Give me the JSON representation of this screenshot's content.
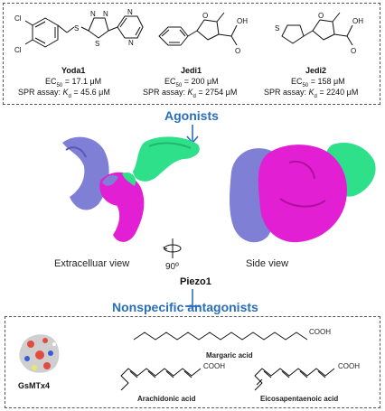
{
  "agonists": {
    "heading": "Agonists",
    "compounds": [
      {
        "name": "Yoda1",
        "ec50_prefix": "EC",
        "ec50_sub": "50",
        "ec50_value": " = 17.1 μM",
        "spr_prefix": "SPR assay: ",
        "kd_k": "K",
        "kd_sub": "d",
        "kd_value": " = 45.6 μM",
        "atoms": [
          "Cl",
          "Cl",
          "S",
          "N",
          "N",
          "S",
          "N",
          "N"
        ]
      },
      {
        "name": "Jedi1",
        "ec50_prefix": "EC",
        "ec50_sub": "50",
        "ec50_value": " = 200 μM",
        "spr_prefix": "SPR assay: ",
        "kd_k": "K",
        "kd_sub": "d",
        "kd_value": " = 2754 μM",
        "atoms": [
          "O",
          "OH",
          "O"
        ]
      },
      {
        "name": "Jedi2",
        "ec50_prefix": "EC",
        "ec50_sub": "50",
        "ec50_value": " = 158 μM",
        "spr_prefix": "SPR assay: ",
        "kd_k": "K",
        "kd_sub": "d",
        "kd_value": " = 2240 μM",
        "atoms": [
          "S",
          "O",
          "OH",
          "O"
        ]
      }
    ]
  },
  "protein": {
    "name": "Piezo1",
    "extracellular_label": "Extracelluar view",
    "side_label": "Side view",
    "rotation_label": "90º",
    "colors": {
      "blue": "#7f7fd6",
      "magenta": "#e21fd3",
      "green": "#2ee08a"
    }
  },
  "antagonists": {
    "heading": "Nonspecific antagonists",
    "peptide": "GsMTx4",
    "acids": [
      {
        "name": "Margaric acid",
        "group": "COOH"
      },
      {
        "name": "Arachidonic acid",
        "group": "COOH"
      },
      {
        "name": "Eicosapentaenoic acid",
        "group": "COOH"
      }
    ]
  },
  "colors": {
    "heading": "#2a6ebb",
    "arrow": "#2a6ebb"
  }
}
